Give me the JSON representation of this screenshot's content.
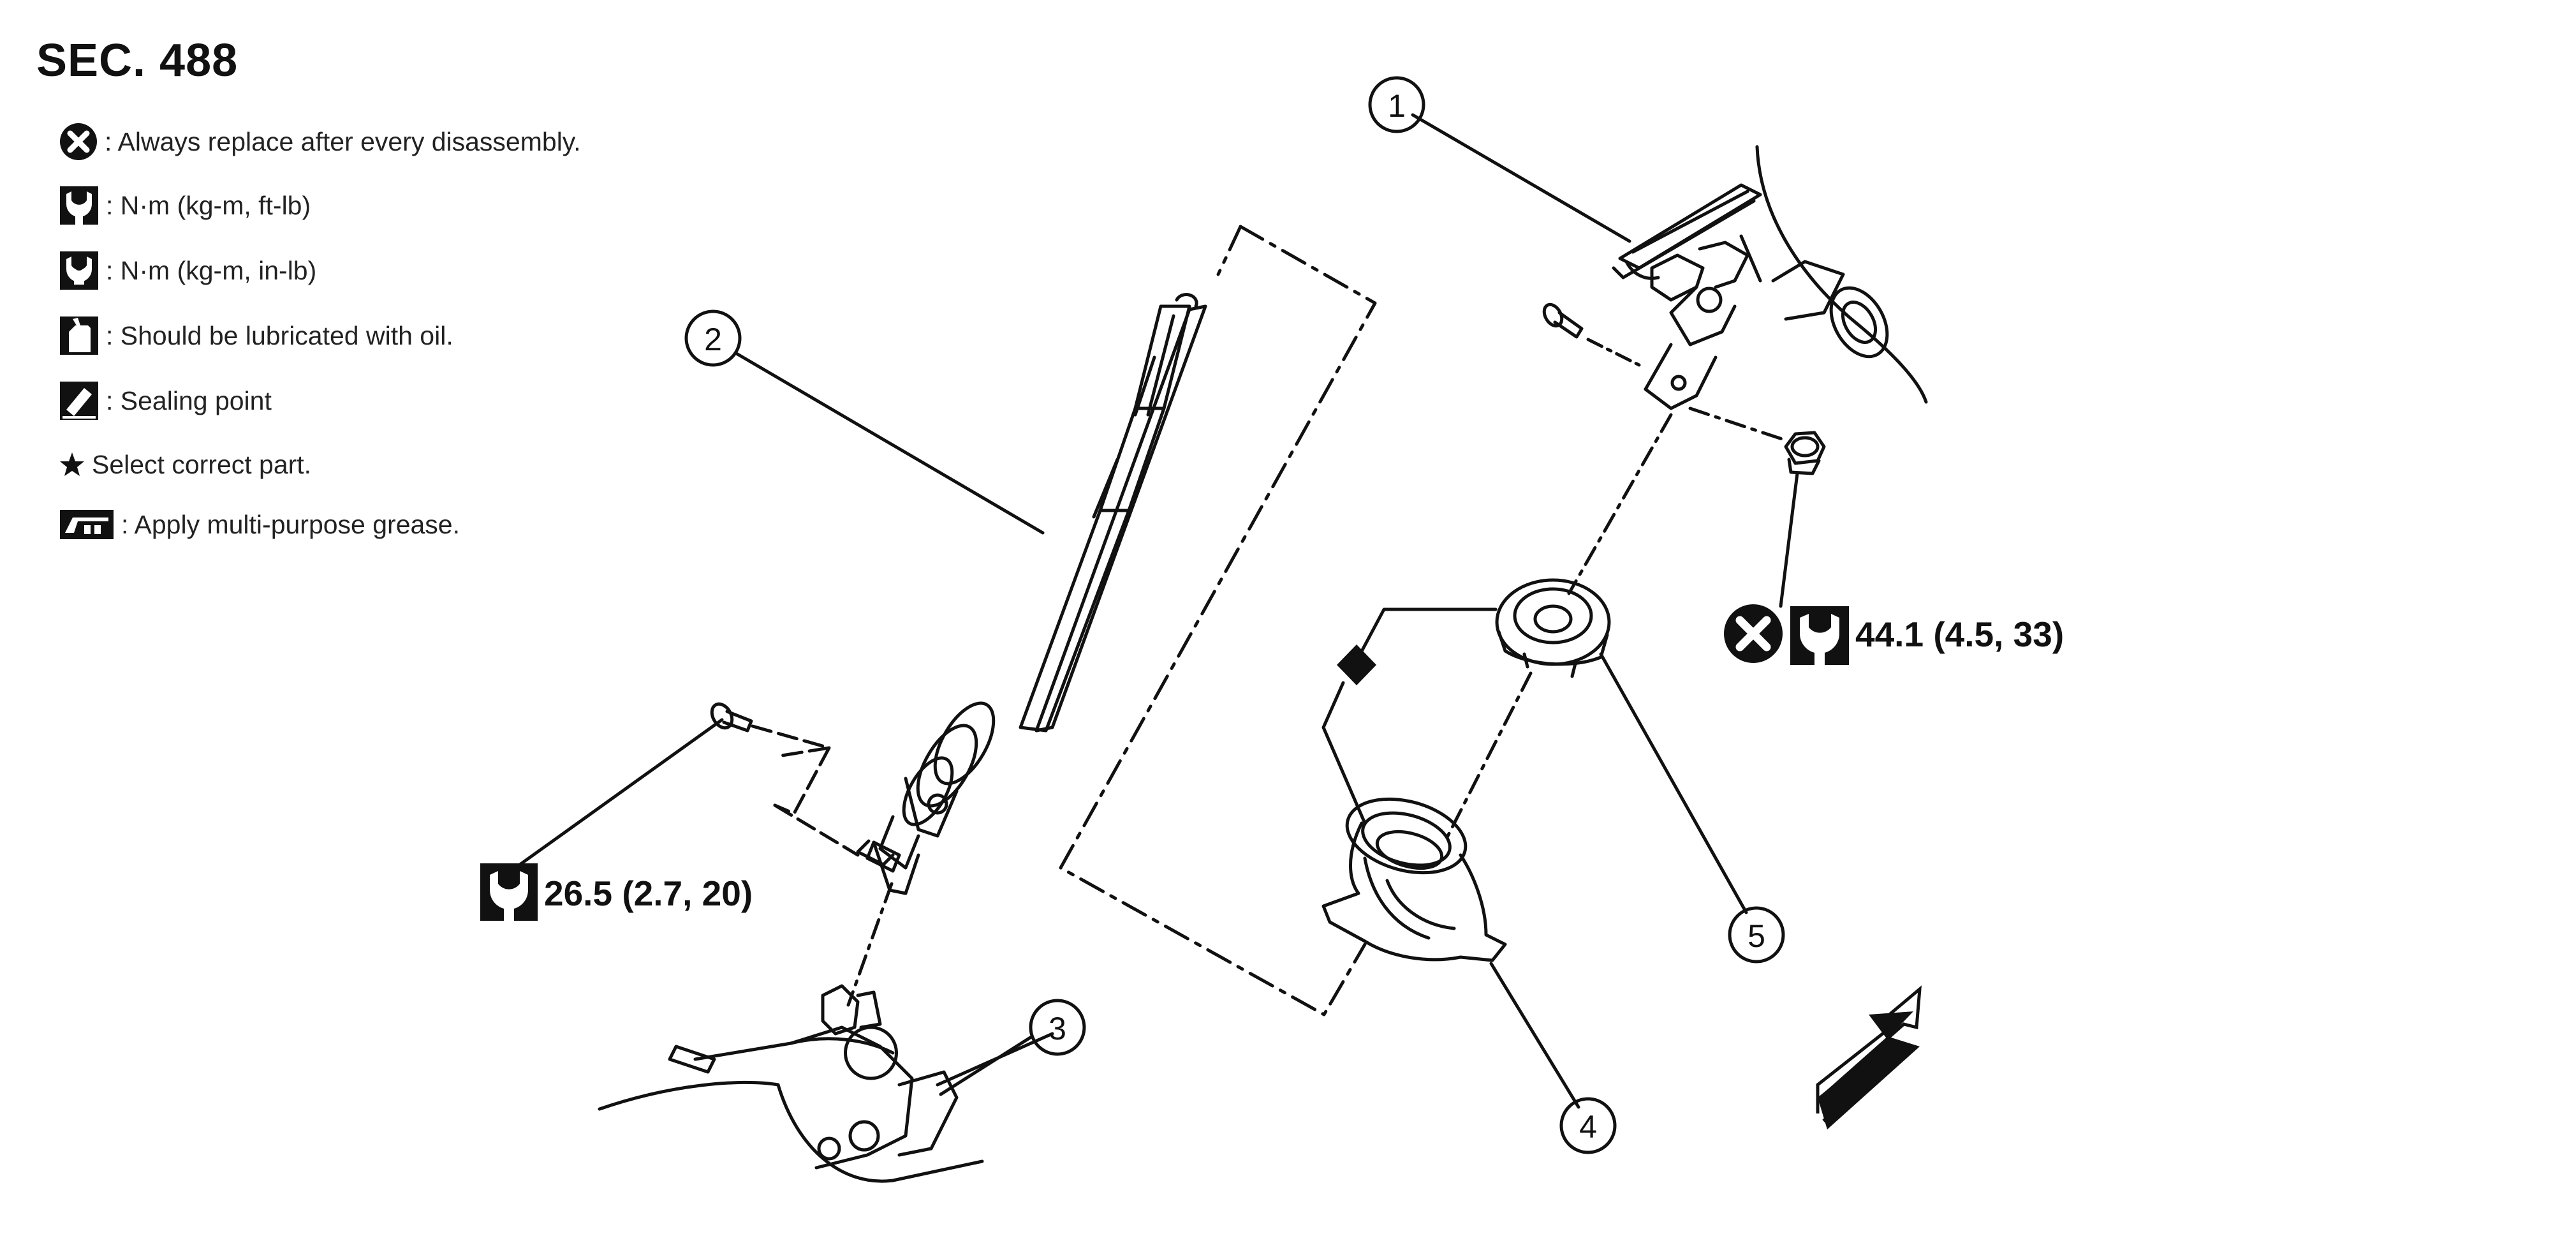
{
  "section_title": "SEC. 488",
  "legend": [
    {
      "icon": "always-replace-icon",
      "text": ": Always replace after every disassembly."
    },
    {
      "icon": "torque-wrench-ftlb-icon",
      "text": ": N·m (kg-m, ft-lb)"
    },
    {
      "icon": "torque-wrench-inlb-icon",
      "text": ": N·m (kg-m, in-lb)"
    },
    {
      "icon": "oil-can-icon",
      "text": ": Should be lubricated with oil."
    },
    {
      "icon": "sealing-point-icon",
      "text": ": Sealing point"
    },
    {
      "icon": "star-icon",
      "text": "Select correct part."
    },
    {
      "icon": "grease-icon",
      "text": ": Apply multi-purpose grease."
    }
  ],
  "callouts": [
    "1",
    "2",
    "3",
    "4",
    "5"
  ],
  "torque_specs": {
    "lower_bolt": "26.5 (2.7, 20)",
    "upper_nut": "44.1 (4.5, 33)"
  }
}
